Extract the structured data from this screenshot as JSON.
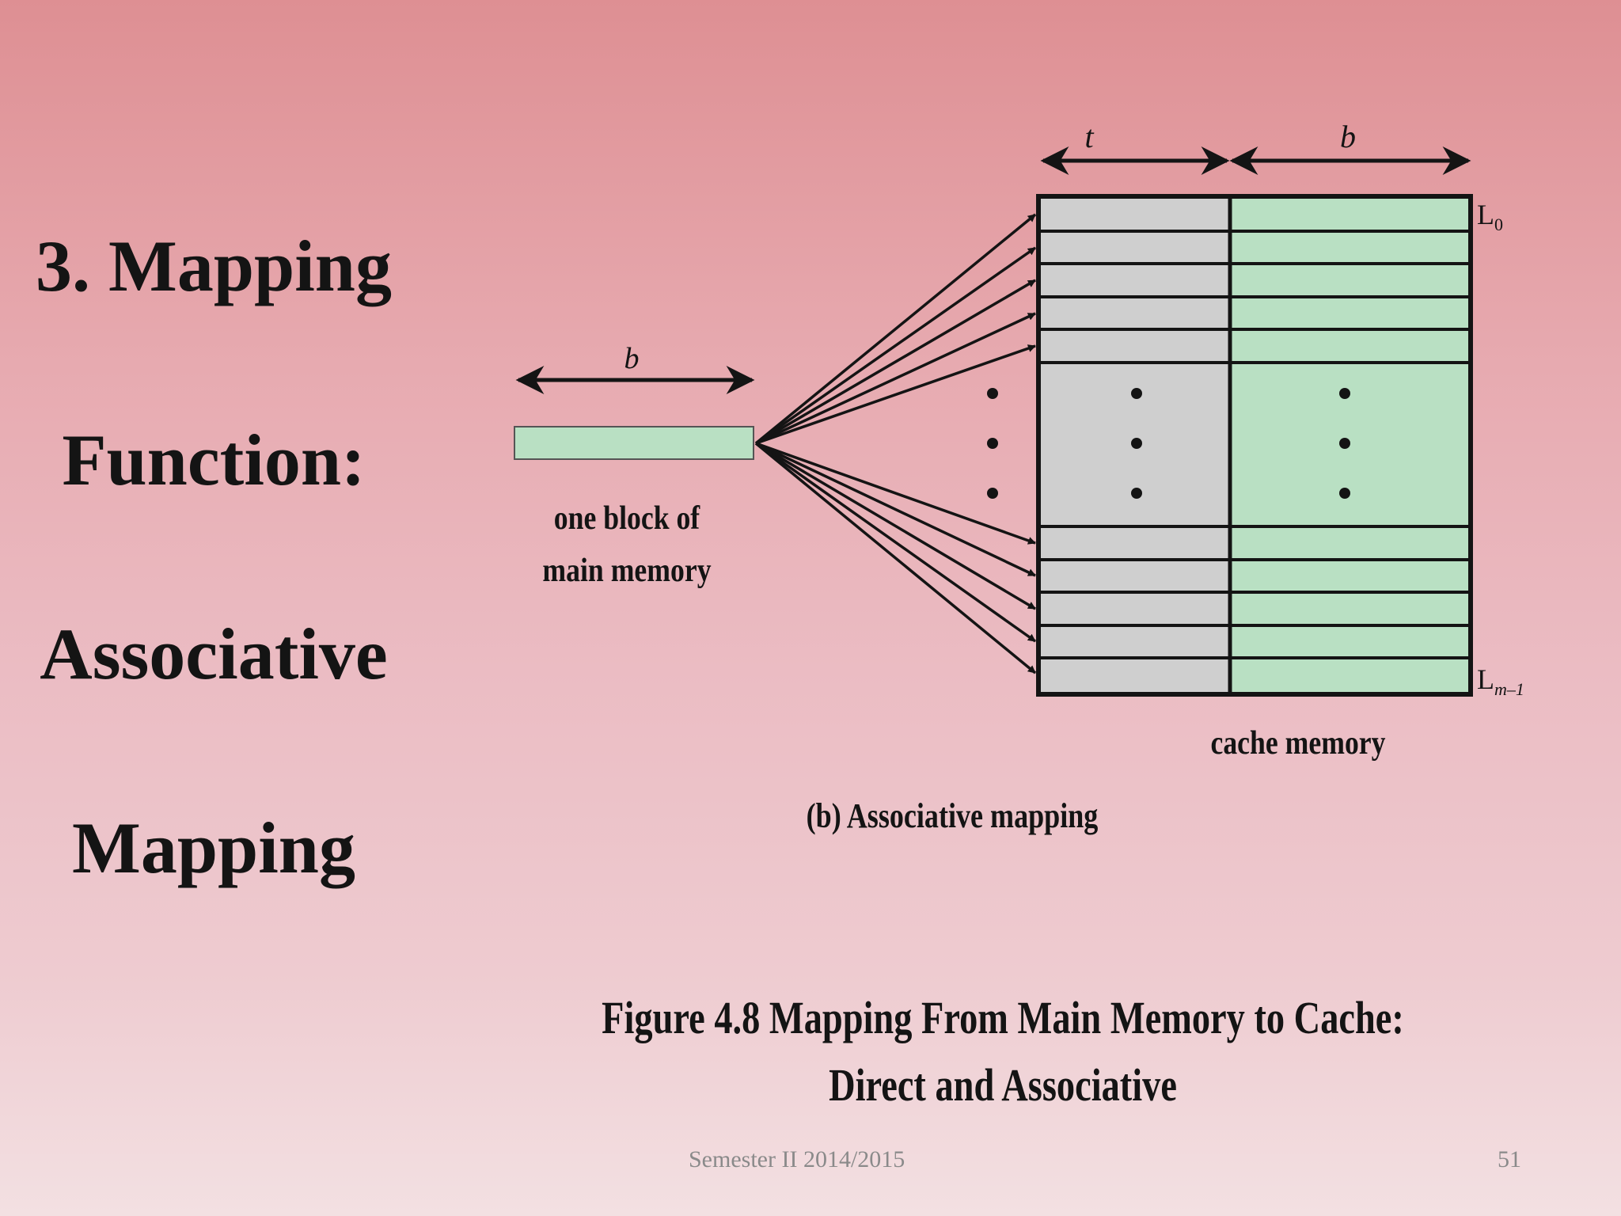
{
  "slide": {
    "title_lines": [
      "3. Mapping",
      "Function:",
      "Associative",
      "Mapping"
    ],
    "footer_text": "Semester II 2014/2015",
    "page_number": "51"
  },
  "diagram": {
    "main_block_width_label": "b",
    "main_block_caption_line1": "one block of",
    "main_block_caption_line2": "main memory",
    "tag_width_label": "t",
    "data_width_label": "b",
    "first_line_label": "L",
    "first_line_sub": "0",
    "last_line_label": "L",
    "last_line_sub": "m–1",
    "cache_caption": "cache memory",
    "subcaption": "(b) Associative mapping",
    "figure_caption_line1": "Figure 4.8  Mapping From Main Memory to Cache:",
    "figure_caption_line2": "Direct and Associative"
  },
  "colors": {
    "block_green": "#b9e0c3",
    "tag_gray": "#cfcfcf",
    "ink": "#141414"
  }
}
